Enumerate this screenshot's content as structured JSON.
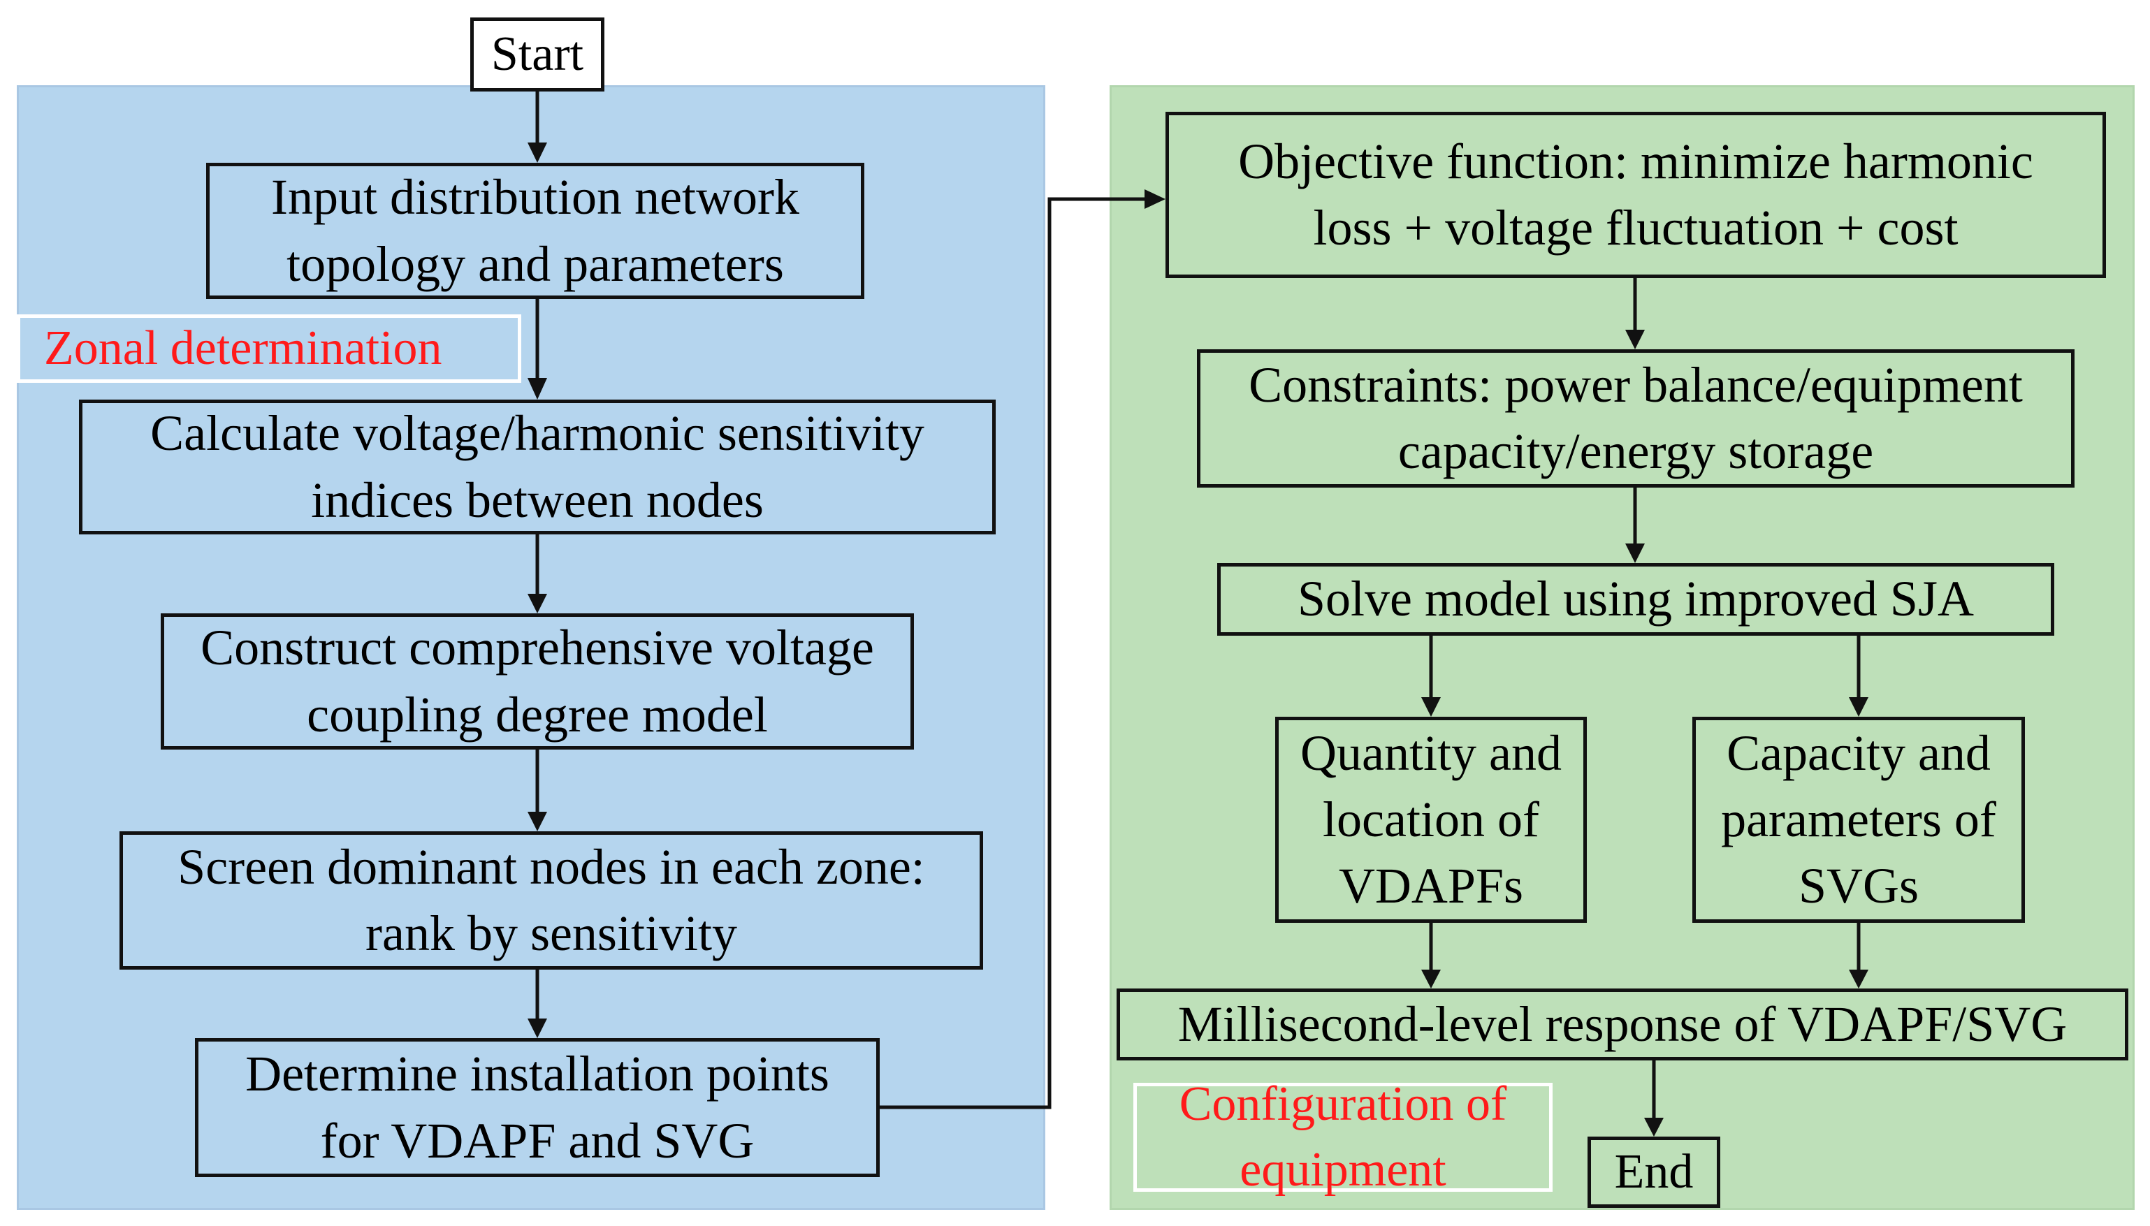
{
  "flowchart": {
    "start": "Start",
    "end": "End",
    "zonal_label": "Zonal determination",
    "config_label": "Configuration of\nequipment",
    "left_steps": [
      "Input distribution network\ntopology and parameters",
      "Calculate  voltage/harmonic sensitivity\nindices between nodes",
      "Construct comprehensive voltage\ncoupling degree model",
      "Screen dominant nodes in each zone:\nrank by sensitivity",
      "Determine installation points\nfor VDAPF  and SVG"
    ],
    "right_steps": {
      "objective": "Objective function: minimize harmonic\nloss + voltage fluctuation + cost",
      "constraints": "Constraints: power balance/equipment\ncapacity/energy storage",
      "solve": "Solve model using improved SJA",
      "quantity": "Quantity and\nlocation of\nVDAPFs",
      "capacity": "Capacity and\nparameters of\nSVGs",
      "response": "Millisecond-level response of VDAPF/SVG"
    }
  },
  "colors": {
    "left_panel": "#b5d5ee",
    "right_panel": "#bee0b9",
    "label_text": "#ff1a1a",
    "stroke": "#111111"
  }
}
